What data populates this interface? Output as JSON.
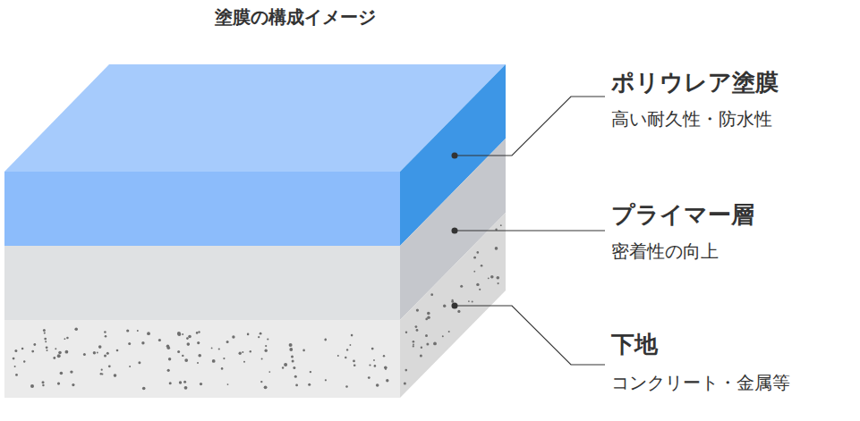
{
  "diagram": {
    "title": "塗膜の構成イメージ",
    "labels": [
      "ポリウレア塗膜",
      "高い耐久性・防水性",
      "プライマー層",
      "密着性の向上",
      "下地",
      "コンクリート・金属等"
    ]
  }
}
